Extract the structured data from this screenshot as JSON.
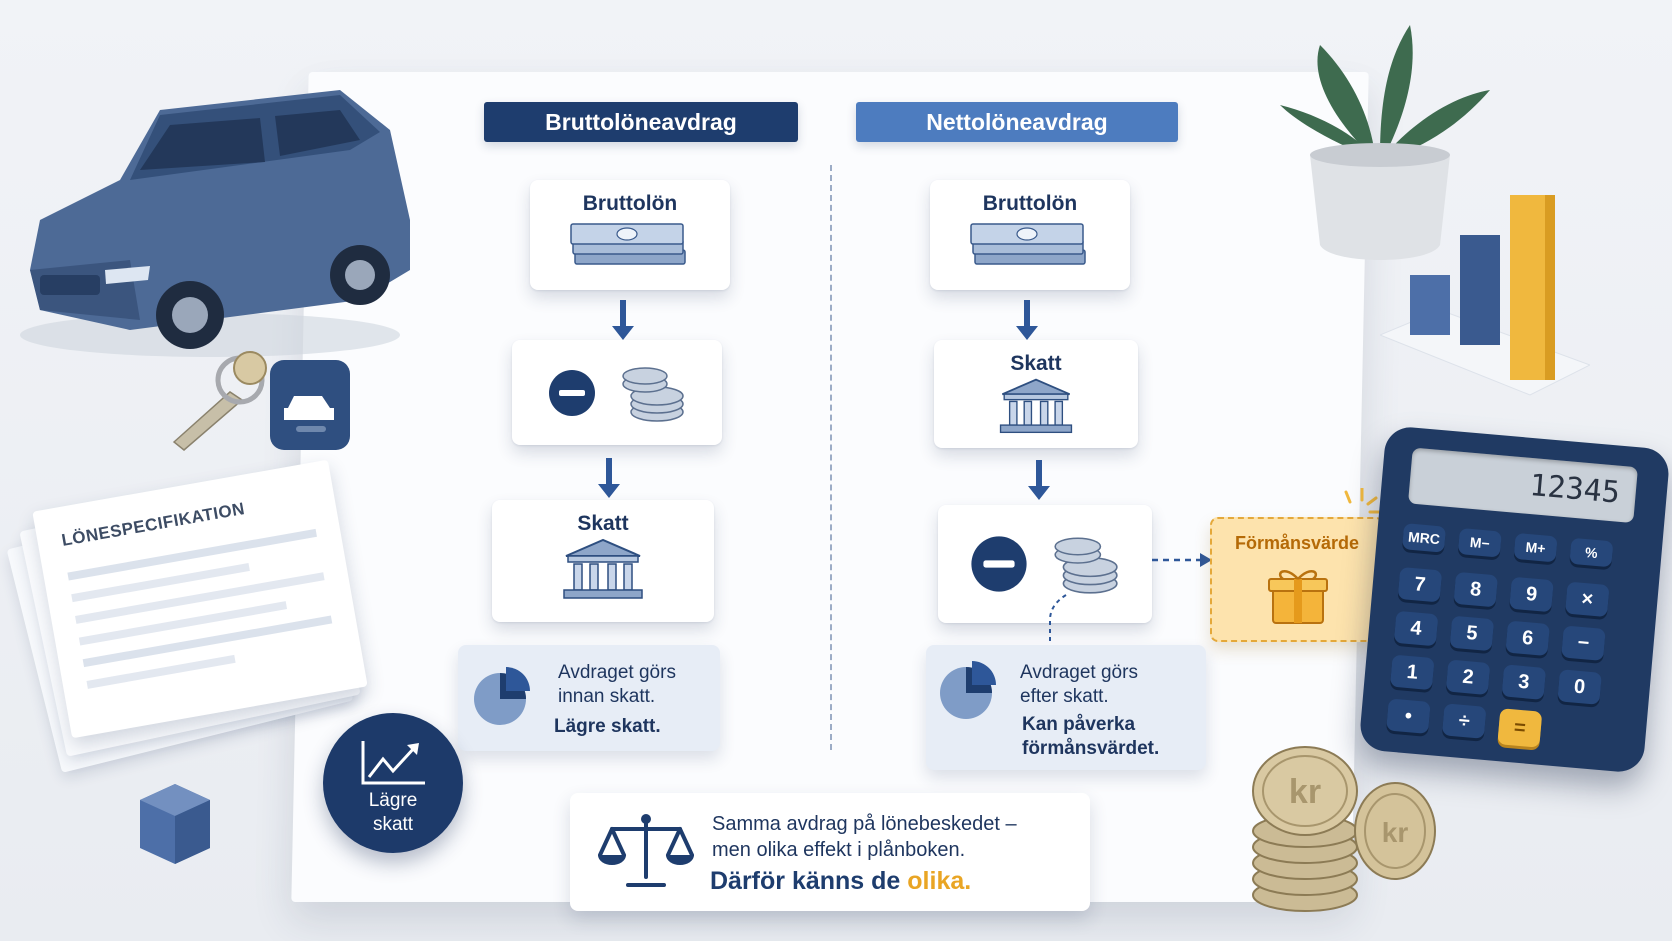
{
  "left_column": {
    "header": "Bruttolöneavdrag",
    "step1": "Bruttolön",
    "step3": "Skatt",
    "info_line1": "Avdraget görs",
    "info_line2": "innan skatt.",
    "info_bold": "Lägre skatt."
  },
  "right_column": {
    "header": "Nettolöneavdrag",
    "step1": "Bruttolön",
    "step2": "Skatt",
    "info_line1": "Avdraget görs",
    "info_line2": "efter skatt.",
    "info_bold1": "Kan påverka",
    "info_bold2": "förmånsvärdet."
  },
  "benefit_label": "Förmånsvärde",
  "bottom": {
    "line1": "Samma avdrag på lönebeskedet –",
    "line2": "men olika effekt i plånboken.",
    "emphasis_prefix": "Därför känns de ",
    "emphasis_word": "olika."
  },
  "badge": {
    "line1": "Lägre",
    "line2": "skatt"
  },
  "payslip_title": "LÖNESPECIFIKATION",
  "calculator": {
    "display": "12345",
    "keys": [
      "MRC",
      "M−",
      "M+",
      "%",
      "7",
      "8",
      "9",
      "×",
      "4",
      "5",
      "6",
      "−",
      "1",
      "2",
      "3",
      "0",
      "•",
      "÷",
      "="
    ]
  },
  "coin_mark": "kr",
  "colors": {
    "navy": "#1e3d6e",
    "blue": "#4d7cbf",
    "gold": "#f0b83e",
    "benefit_text": "#b56a07"
  }
}
